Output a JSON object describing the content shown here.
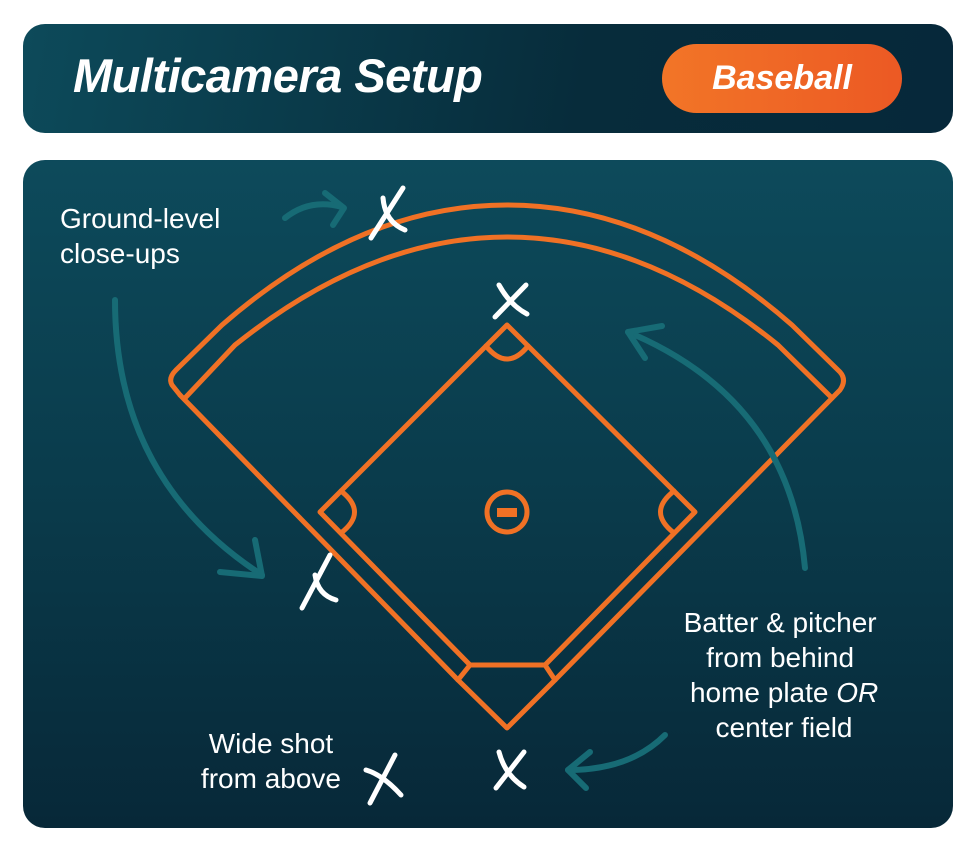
{
  "header": {
    "title": "Multicamera Setup",
    "badge": "Baseball"
  },
  "labels": {
    "ground_level": [
      "Ground-level",
      "close-ups"
    ],
    "batter_pitcher": [
      "Batter & pitcher",
      "from behind",
      "home plate ",
      "OR",
      "center field"
    ],
    "wide_shot": [
      "Wide shot",
      "from above"
    ]
  },
  "colors": {
    "field_lines": "#f07125",
    "arrows": "#176b75",
    "camera_marks": "#ffffff",
    "badge": "#f06a25",
    "background": "#0b3f50"
  }
}
